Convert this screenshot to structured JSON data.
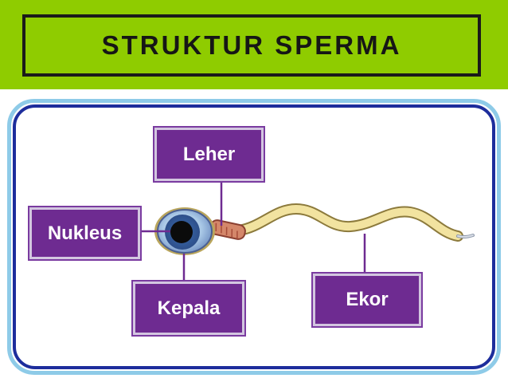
{
  "title": "STRUKTUR SPERMA",
  "labels": {
    "leher": "Leher",
    "nukleus": "Nukleus",
    "kepala": "Kepala",
    "ekor": "Ekor"
  },
  "colors": {
    "header_green": "#8fcc00",
    "label_purple": "#6e2b91",
    "frame_blue": "#1d2d9c",
    "frame_light_blue": "#8ecbe8",
    "tail_yellow": "#f2e3a0"
  }
}
